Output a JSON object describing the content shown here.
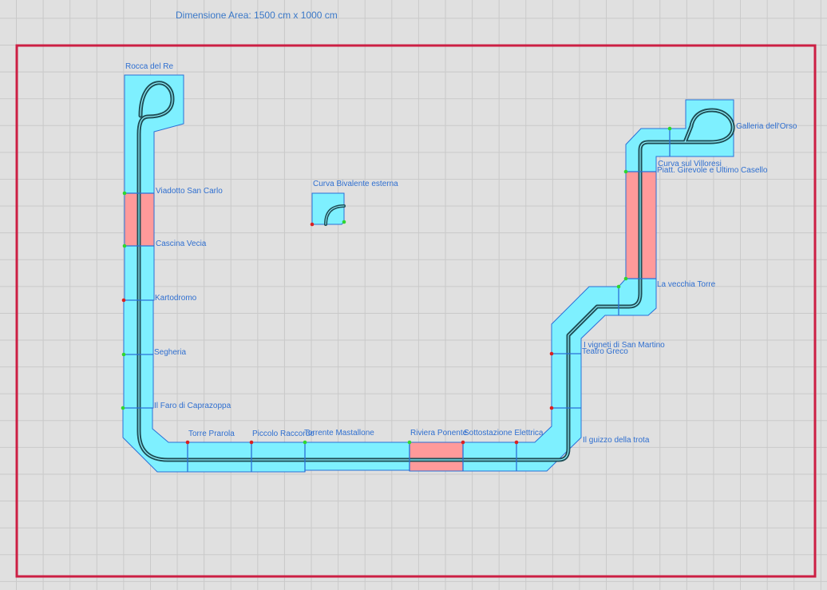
{
  "header": {
    "area_label": "Dimensione Area: 1500 cm x 1000 cm"
  },
  "colors": {
    "frame": "#cc1f44",
    "module": "#7ef0ff",
    "module_edge": "#2a6fd6",
    "highlighted_module": "#ff9a9a",
    "track": "#1e4d55",
    "label": "#2f6fd0",
    "connector_green": "#2fd62f",
    "connector_red": "#d92020"
  },
  "modules": {
    "rocca_del_re": "Rocca del Re",
    "viadotto_san_carlo": "Viadotto San Carlo",
    "cascina_vecia": "Cascina Vecia",
    "kartodromo": "Kartodromo",
    "segheria": "Segheria",
    "il_faro_di_caprazoppa": "Il Faro di Caprazoppa",
    "torre_prarola": "Torre Prarola",
    "piccolo_raccordo": "Piccolo Raccordo",
    "torrente_mastallone": "Torrente Mastallone",
    "riviera_ponente": "Riviera Ponente",
    "sottostazione_elettrica": "Sottostazione Elettrica",
    "il_guizzo_della_trota": "Il guizzo della trota",
    "i_vigneti_di_san_martino": "I vigneti di San Martino",
    "teatro_greco": "Teatro Greco",
    "la_vecchia_torre": "La vecchia Torre",
    "curva_sul_villoresi": "Curva sul Villoresi",
    "piatt_girevole": "Piatt. Girevole e Ultimo Casello",
    "galleria_dell_orso": "Galleria dell'Orso",
    "curva_bivalente_esterna": "Curva Bivalente esterna"
  }
}
